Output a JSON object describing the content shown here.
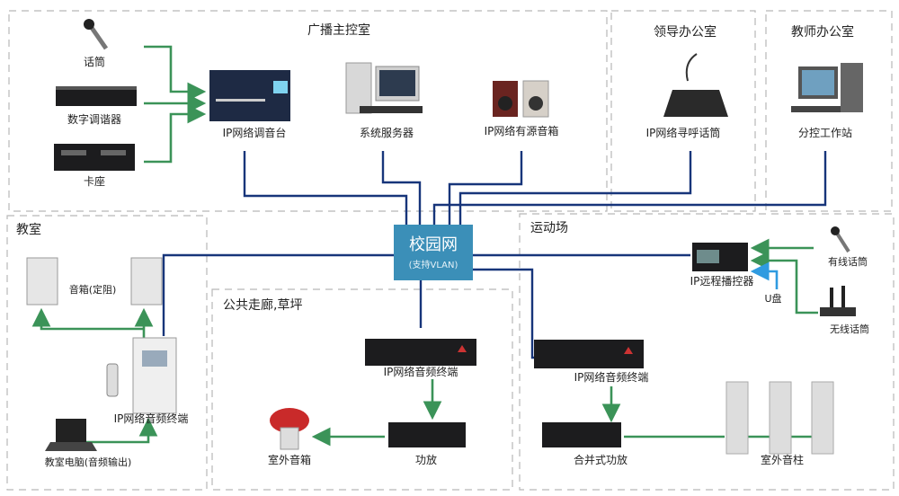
{
  "colors": {
    "network_line": "#17357a",
    "signal_arrow": "#3b9358",
    "usb_arrow": "#2f9be0",
    "hub": "#3b8fb8"
  },
  "zones": {
    "control_room": "广播主控室",
    "leader_office": "领导办公室",
    "teacher_office": "教师办公室",
    "classroom": "教室",
    "corridor": "公共走廊,草坪",
    "sports_field": "运动场"
  },
  "hub": {
    "title": "校园网",
    "subtitle": "(支持VLAN)"
  },
  "devices": {
    "microphone": "话筒",
    "digital_tuner": "数字调谐器",
    "cassette": "卡座",
    "ip_mixer": "IP网络调音台",
    "server": "系统服务器",
    "active_speaker": "IP网络有源音箱",
    "paging_mic": "IP网络寻呼话筒",
    "workstation": "分控工作站",
    "classroom_speaker": "音箱(定阻)",
    "classroom_terminal": "IP网络音频终端",
    "classroom_pc": "教室电脑(音频输出)",
    "corridor_terminal": "IP网络音频终端",
    "corridor_amp": "功放",
    "outdoor_speaker": "室外音箱",
    "remote_controller": "IP远程播控器",
    "wired_mic": "有线话筒",
    "wireless_mic": "无线话筒",
    "usb_disk": "U盘",
    "sports_terminal": "IP网络音频终端",
    "combined_amp": "合并式功放",
    "column_speaker": "室外音柱"
  }
}
